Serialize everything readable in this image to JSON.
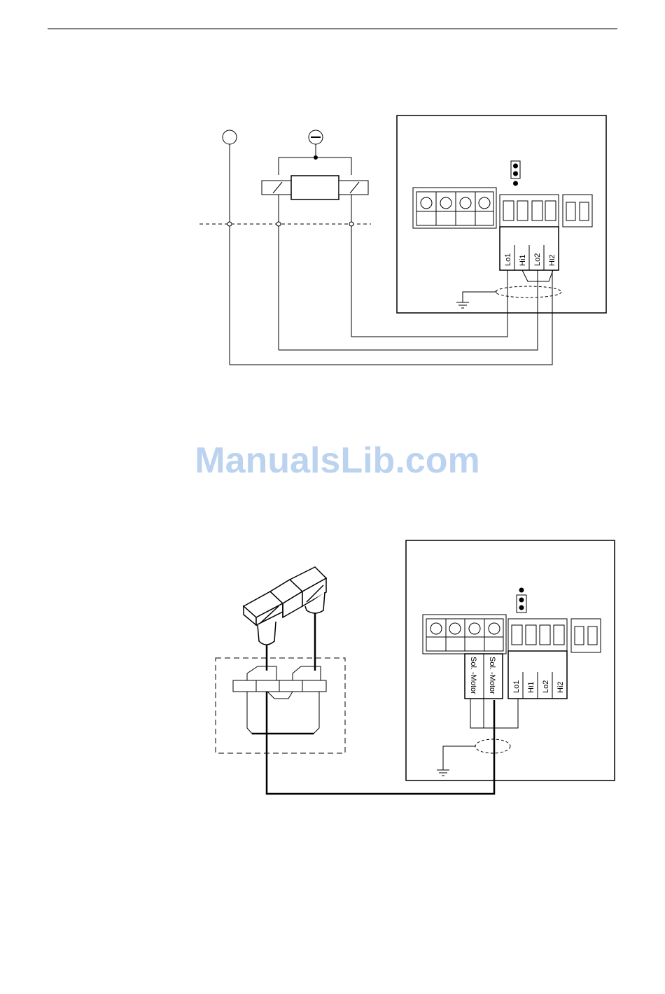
{
  "watermark": "ManualsLib.com",
  "diagram1": {
    "terminal_labels": [
      "Lo1",
      "Hi1",
      "Lo2",
      "Hi2"
    ]
  },
  "diagram2": {
    "motor_labels": [
      "Sol. -Motor",
      "Sol. -Motor"
    ],
    "terminal_labels": [
      "Lo1",
      "Hi1",
      "Lo2",
      "Hi2"
    ]
  },
  "icons": [
    "ground-icon",
    "jumper-icon",
    "screw-terminal-icon",
    "minus-circle-icon"
  ]
}
